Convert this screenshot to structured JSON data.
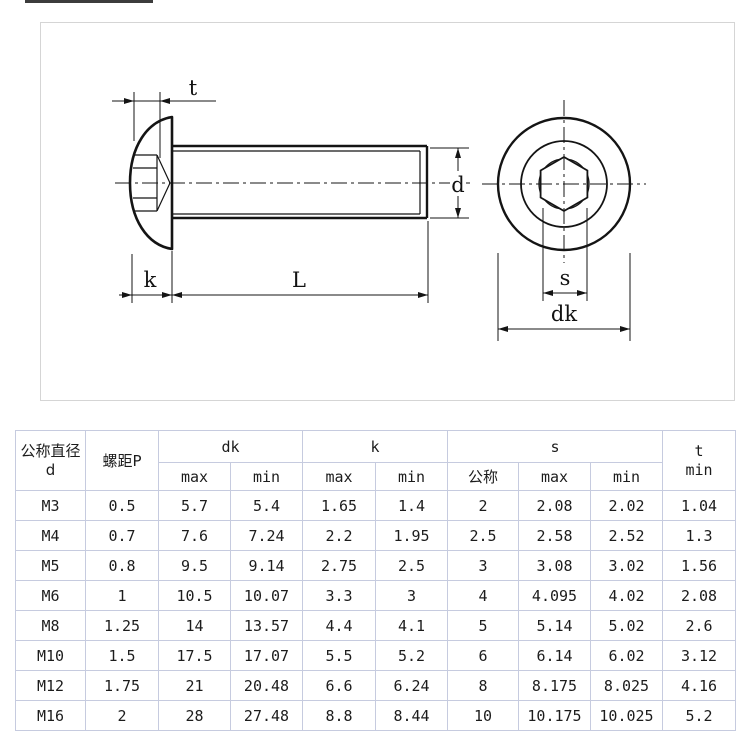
{
  "page": {
    "top_bar_color": "#3c3c3c",
    "line_color": "#141414",
    "table_border_color": "#c6cbdf"
  },
  "drawing": {
    "labels": {
      "t": "t",
      "k": "k",
      "L": "L",
      "d": "d",
      "s": "s",
      "dk": "dk"
    }
  },
  "table": {
    "header": {
      "diameter": {
        "line1": "公称直径",
        "line2": "d"
      },
      "pitch": "螺距P",
      "dk": {
        "label": "dk",
        "max": "max",
        "min": "min"
      },
      "k": {
        "label": "k",
        "max": "max",
        "min": "min"
      },
      "s": {
        "label": "s",
        "nominal": "公称",
        "max": "max",
        "min": "min"
      },
      "t": {
        "line1": "t",
        "line2": "min"
      }
    },
    "rows": [
      [
        "M3",
        "0.5",
        "5.7",
        "5.4",
        "1.65",
        "1.4",
        "2",
        "2.08",
        "2.02",
        "1.04"
      ],
      [
        "M4",
        "0.7",
        "7.6",
        "7.24",
        "2.2",
        "1.95",
        "2.5",
        "2.58",
        "2.52",
        "1.3"
      ],
      [
        "M5",
        "0.8",
        "9.5",
        "9.14",
        "2.75",
        "2.5",
        "3",
        "3.08",
        "3.02",
        "1.56"
      ],
      [
        "M6",
        "1",
        "10.5",
        "10.07",
        "3.3",
        "3",
        "4",
        "4.095",
        "4.02",
        "2.08"
      ],
      [
        "M8",
        "1.25",
        "14",
        "13.57",
        "4.4",
        "4.1",
        "5",
        "5.14",
        "5.02",
        "2.6"
      ],
      [
        "M10",
        "1.5",
        "17.5",
        "17.07",
        "5.5",
        "5.2",
        "6",
        "6.14",
        "6.02",
        "3.12"
      ],
      [
        "M12",
        "1.75",
        "21",
        "20.48",
        "6.6",
        "6.24",
        "8",
        "8.175",
        "8.025",
        "4.16"
      ],
      [
        "M16",
        "2",
        "28",
        "27.48",
        "8.8",
        "8.44",
        "10",
        "10.175",
        "10.025",
        "5.2"
      ]
    ]
  }
}
